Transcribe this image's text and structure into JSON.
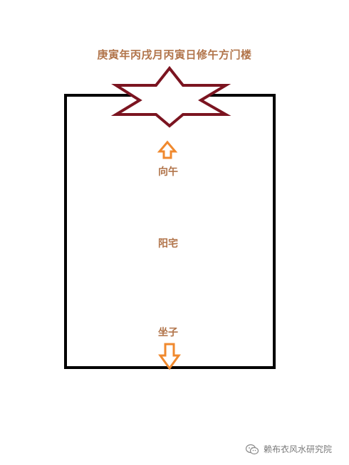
{
  "title": "庚寅年丙戌月丙寅日修午方门楼",
  "labels": {
    "front": "向午",
    "house": "阳宅",
    "back": "坐子"
  },
  "watermark": {
    "text": "赖布衣风水研究院",
    "icon": "wechat-icon"
  },
  "colors": {
    "text": "#b1744a",
    "star_outline": "#7b1420",
    "arrow_fill": "#f0892e",
    "box_stroke": "#000000"
  }
}
